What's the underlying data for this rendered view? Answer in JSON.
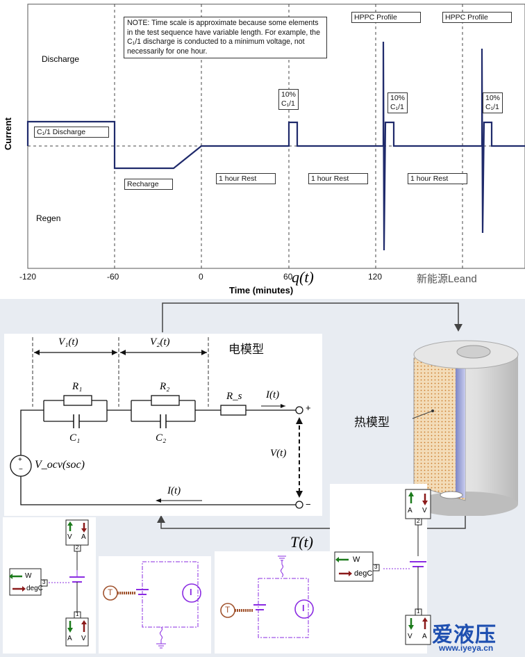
{
  "top_chart": {
    "y_title": "Current",
    "x_title": "Time (minutes)",
    "x_ticks": [
      "-120",
      "-60",
      "0",
      "60",
      "120"
    ],
    "region_discharge": "Discharge",
    "region_regen": "Regen",
    "note": "NOTE: Time scale is approximate because some elements in the test sequence have variable length. For example, the C₁/1 discharge is conducted to a minimum voltage, not necessarily for one hour.",
    "labels": {
      "c1_discharge": "C₁/1 Discharge",
      "recharge": "Recharge",
      "rest1": "1 hour Rest",
      "rest2": "1 hour Rest",
      "rest3": "1 hour Rest",
      "hppc1": "HPPC Profile",
      "hppc2": "HPPC Profile",
      "pulse1": "10%\nC₁/1",
      "pulse2": "10%\nC₁/1",
      "pulse3": "10%\nC₁/1"
    },
    "watermark": "新能源Leand",
    "line_color": "#1f2a6b"
  },
  "coupling": {
    "q_label": "q(t)",
    "t_label": "T(t)"
  },
  "electrical_model": {
    "title": "电模型",
    "v1": "V₁(t)",
    "v2": "V₂(t)",
    "r1": "R₁",
    "r2": "R₂",
    "rs": "R_s",
    "c1": "C₁",
    "c2": "C₂",
    "current": "I(t)",
    "current_return": "I(t)",
    "voltage": "V(t)",
    "source": "V_ocv(soc)",
    "plus": "+",
    "minus": "−"
  },
  "thermal_model": {
    "title": "热模型"
  },
  "blocks": {
    "port_va": [
      "V",
      "A"
    ],
    "port_av": [
      "A",
      "V"
    ],
    "w": "W",
    "degc": "degC",
    "pin1": "1",
    "pin2": "2",
    "pin3": "3",
    "t": "T",
    "i": "I"
  },
  "brand": {
    "name": "爱液压",
    "url": "www.iyeya.cn"
  }
}
